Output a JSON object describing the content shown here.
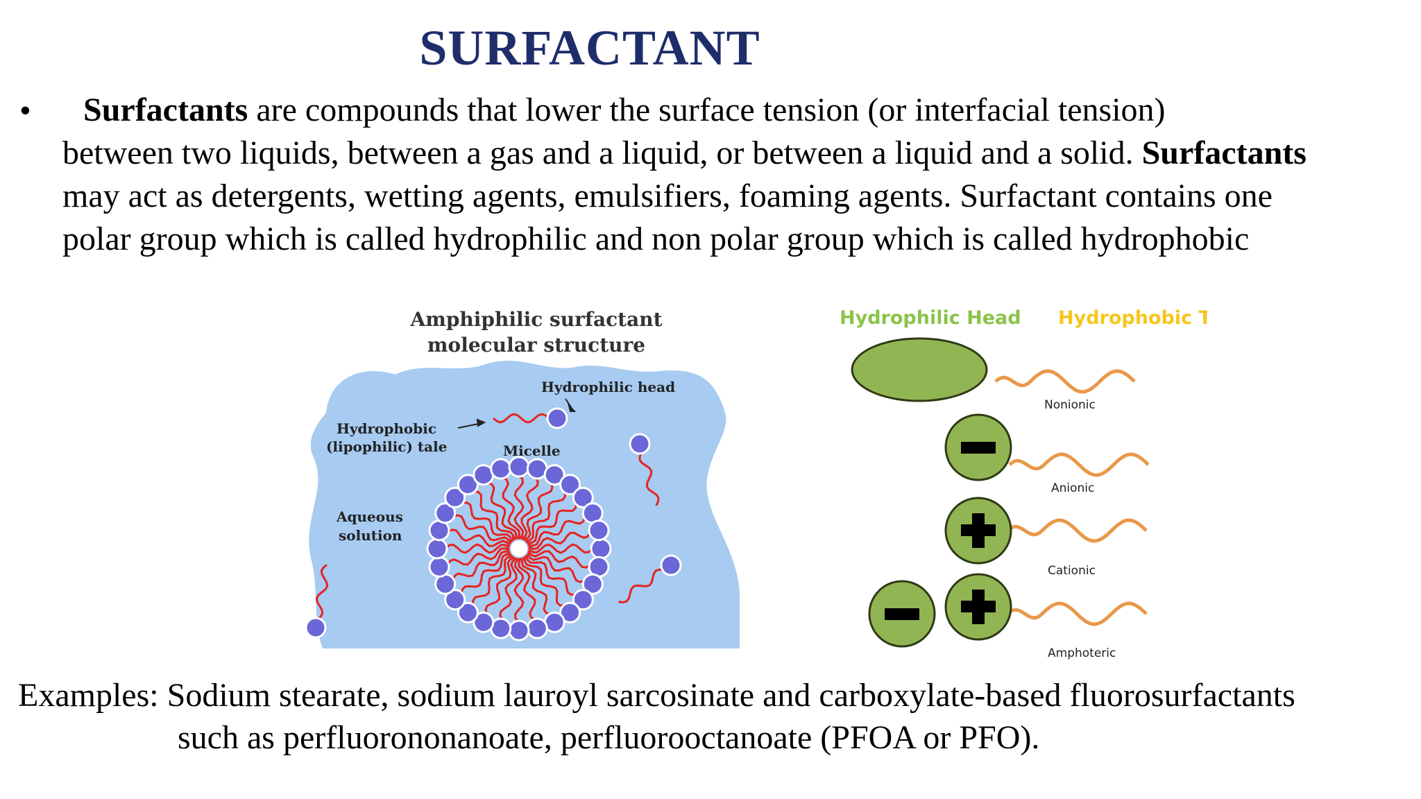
{
  "title": "SURFACTANT",
  "bullet": {
    "symbol": "•",
    "line1_bold": "Surfactants",
    "line1_rest": " are compounds that lower the surface tension (or interfacial tension)",
    "line2_rest": "between two liquids, between a gas and a liquid, or between a liquid and a solid. ",
    "line2_bold": "Surfactants",
    "line3": "may act as detergents, wetting agents, emulsifiers, foaming agents. Surfactant contains one",
    "line4": "polar group which is called hydrophilic and non polar group which is called hydrophobic"
  },
  "figure_left": {
    "title_line1": "Amphiphilic surfactant",
    "title_line2": "molecular structure",
    "label_head": "Hydrophilic head",
    "label_tail_line1": "Hydrophobic",
    "label_tail_line2": "(lipophilic) tale",
    "label_micelle": "Micelle",
    "label_aqueous_line1": "Aqueous",
    "label_aqueous_line2": "solution",
    "colors": {
      "water": "#a7cbf1",
      "tail": "#e52420",
      "head": "#6b67d8"
    }
  },
  "figure_right": {
    "header_head": "Hydrophilic Head",
    "header_tail": "Hydrophobic Tail",
    "types": [
      "Nonionic",
      "Anionic",
      "Cationic",
      "Amphoteric"
    ],
    "colors": {
      "head_fill": "#92b554",
      "head_stroke": "#2f3a14",
      "tail": "#e8984a",
      "header_head": "#8bc34a",
      "header_tail": "#f7c51d"
    }
  },
  "examples": {
    "line1": "Examples: Sodium stearate, sodium lauroyl sarcosinate and carboxylate-based fluorosurfactants",
    "line2": "such as perfluorononanoate, perfluorooctanoate (PFOA or PFO)."
  }
}
